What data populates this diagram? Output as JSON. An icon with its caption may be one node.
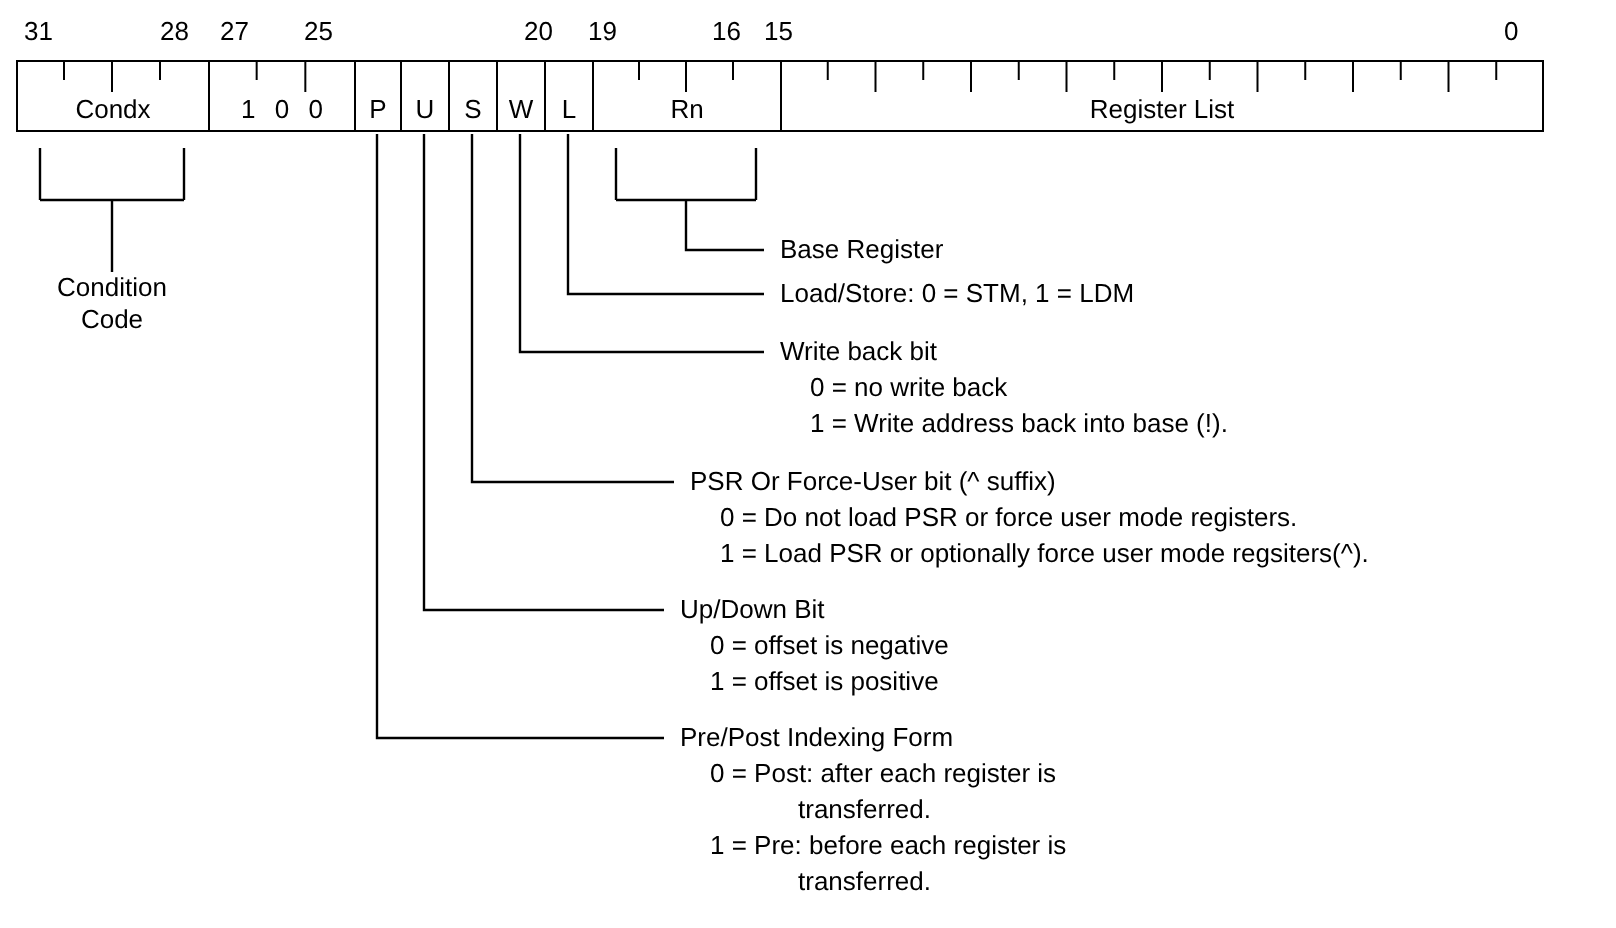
{
  "diagram": {
    "nodes": [
      {
        "text": [
          "Condx"
        ]
      },
      {
        "text": [
          "1 0 0"
        ]
      },
      {
        "text": [
          "P"
        ]
      },
      {
        "text": [
          "U"
        ]
      },
      {
        "text": [
          "S"
        ]
      },
      {
        "text": [
          "W"
        ]
      },
      {
        "text": [
          "L"
        ]
      },
      {
        "text": [
          "Rn"
        ]
      },
      {
        "text": [
          "Register List"
        ]
      },
      {
        "text": [
          "Condition Code"
        ]
      },
      {
        "text": [
          "Base Register"
        ]
      },
      {
        "text": [
          "Load/Store:  0 = STM,  1 = LDM"
        ]
      },
      {
        "text": [
          "Write back bit",
          "0 = no write back",
          "1 = Write address back into base (!)."
        ]
      },
      {
        "text": [
          "PSR Or Force-User bit  (^ suffix)",
          "0 = Do not load PSR or force user mode registers.",
          "1 = Load PSR or optionally force user mode regsiters(^)."
        ]
      },
      {
        "text": [
          "Up/Down Bit",
          "0 = offset is negative",
          "1 = offset is positive"
        ]
      },
      {
        "text": [
          "Pre/Post Indexing Form",
          "0 = Post: after each register is transferred.",
          "1 = Pre: before each register is transferred."
        ]
      }
    ],
    "edges": [
      {
        "from": 9,
        "to": 0,
        "arrow": "none"
      },
      {
        "from": 10,
        "to": 7,
        "arrow": "none"
      },
      {
        "from": 11,
        "to": 6,
        "arrow": "none"
      },
      {
        "from": 12,
        "to": 5,
        "arrow": "none"
      },
      {
        "from": 13,
        "to": 4,
        "arrow": "none"
      },
      {
        "from": 14,
        "to": 3,
        "arrow": "none"
      },
      {
        "from": 15,
        "to": 2,
        "arrow": "none"
      }
    ],
    "labels": [
      "31",
      "28",
      "27",
      "25",
      "20",
      "19",
      "16",
      "15",
      "0"
    ]
  }
}
